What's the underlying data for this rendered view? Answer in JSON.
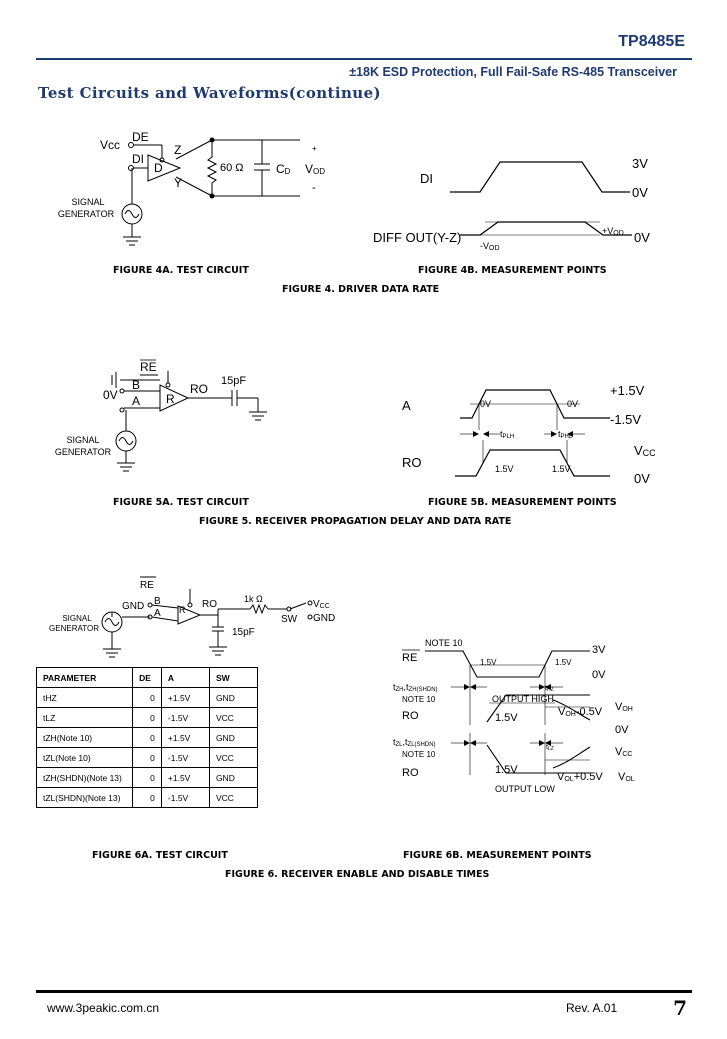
{
  "header": {
    "part_number": "TP8485E",
    "subtitle": "±18K ESD Protection, Full Fail-Safe RS-485 Transceiver",
    "section_title": "Test Circuits and Waveforms(continue)"
  },
  "figure4": {
    "circuit_labels": {
      "vcc": "Vcc",
      "de": "DE",
      "di": "DI",
      "d": "D",
      "z": "Z",
      "y": "Y",
      "r_label": "60 Ω",
      "cd": "C",
      "cd_sub": "D",
      "vod": "V",
      "vod_sub": "OD",
      "plus": "+",
      "minus": "-",
      "gen1": "SIGNAL",
      "gen2": "GENERATOR"
    },
    "wave_labels": {
      "di": "DI",
      "v3": "3V",
      "v0a": "0V",
      "diff": "DIFF OUT(Y-Z)",
      "pvod": "+V",
      "pvod_sub": "OD",
      "nvod": "-V",
      "nvod_sub": "OD",
      "v0b": "0V"
    },
    "caption_a": "FIGURE 4A. TEST CIRCUIT",
    "caption_b": "FIGURE 4B. MEASUREMENT POINTS",
    "caption": "FIGURE 4. DRIVER DATA RATE"
  },
  "figure5": {
    "circuit_labels": {
      "re": "RE",
      "b": "B",
      "a": "A",
      "v0": "0V",
      "r": "R",
      "ro": "RO",
      "cap": "15pF",
      "gen1": "SIGNAL",
      "gen2": "GENERATOR"
    },
    "wave_labels": {
      "a": "A",
      "p15": "+1.5V",
      "m15": "-1.5V",
      "v0a": "0V",
      "v0b": "0V",
      "tplh": "t",
      "tplh_sub": "PLH",
      "tphl": "t",
      "tphl_sub": "PHL",
      "ro": "RO",
      "vcc": "V",
      "vcc_sub": "CC",
      "v0": "0V",
      "l15a": "1.5V",
      "l15b": "1.5V"
    },
    "caption_a": "FIGURE 5A. TEST CIRCUIT",
    "caption_b": "FIGURE 5B. MEASUREMENT POINTS",
    "caption": "FIGURE 5. RECEIVER PROPAGATION DELAY AND DATA RATE"
  },
  "figure6": {
    "circuit_labels": {
      "re": "RE",
      "gnd": "GND",
      "b": "B",
      "a": "A",
      "r": "R",
      "ro": "RO",
      "res": "1k Ω",
      "vcc": "V",
      "vcc_sub": "CC",
      "gnd2": "GND",
      "sw": "SW",
      "cap": "15pF",
      "gen1": "SIGNAL",
      "gen2": "GENERATOR"
    },
    "table": {
      "headers": [
        "PARAMETER",
        "DE",
        "A",
        "SW"
      ],
      "rows": [
        [
          "tHZ",
          "0",
          "+1.5V",
          "GND"
        ],
        [
          "tLZ",
          "0",
          "-1.5V",
          "VCC"
        ],
        [
          "tZH(Note 10)",
          "0",
          "+1.5V",
          "GND"
        ],
        [
          "tZL(Note 10)",
          "0",
          "-1.5V",
          "VCC"
        ],
        [
          "tZH(SHDN)(Note 13)",
          "0",
          "+1.5V",
          "GND"
        ],
        [
          "tZL(SHDN)(Note 13)",
          "0",
          "-1.5V",
          "VCC"
        ]
      ]
    },
    "wave_labels": {
      "note10a": "NOTE 10",
      "re": "RE",
      "v3": "3V",
      "v0a": "0V",
      "l15a": "1.5V",
      "l15b": "1.5V",
      "tzh": "t",
      "tzh_sub": "ZH",
      "tzh2": ",t",
      "tzh2_sub": "ZH(SHDN)",
      "note10b": "NOTE 10",
      "thz": "t",
      "thz_sub": "HZ",
      "outhigh": "OUTPUT HIGH",
      "ro1": "RO",
      "l15c": "1.5V",
      "voh05": "V",
      "voh05_sub": "OH",
      "voh05_rest": "-0.5V",
      "voh": "V",
      "voh_sub": "OH",
      "v0b": "0V",
      "tzl": "t",
      "tzl_sub": "ZL",
      "tzl2": ",t",
      "tzl2_sub": "ZL(SHDN)",
      "note10c": "NOTE 10",
      "tlz": "t",
      "tlz_sub": "LZ",
      "vcc": "V",
      "vcc_sub": "CC",
      "ro2": "RO",
      "l15d": "1.5V",
      "vol05": "V",
      "vol05_sub": "OL",
      "vol05_rest": "+0.5V",
      "vol": "V",
      "vol_sub": "OL",
      "outlow": "OUTPUT LOW"
    },
    "caption_a": "FIGURE 6A. TEST CIRCUIT",
    "caption_b": "FIGURE 6B. MEASUREMENT POINTS",
    "caption": "FIGURE 6. RECEIVER ENABLE AND DISABLE TIMES"
  },
  "footer": {
    "website": "www.3peakic.com.cn",
    "revision": "Rev. A.01",
    "page": "7"
  }
}
